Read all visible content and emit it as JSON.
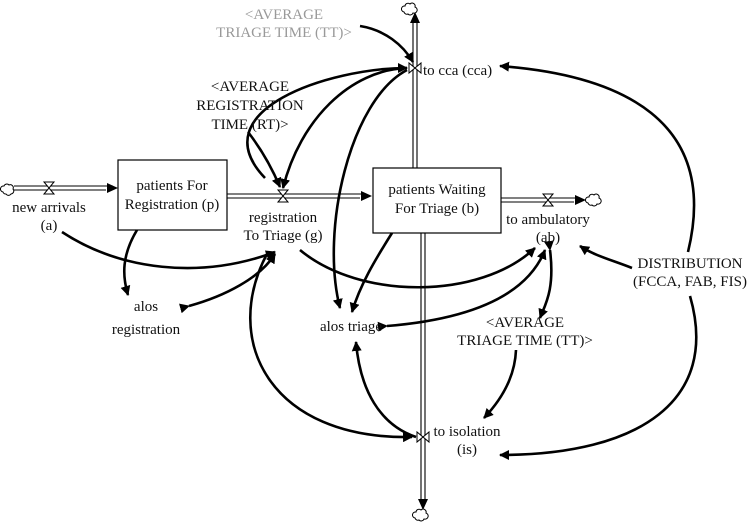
{
  "stocks": {
    "registration": [
      "patients For",
      "Registration (p)"
    ],
    "waiting": [
      "patients Waiting",
      "For Triage (b)"
    ]
  },
  "flows": {
    "new_arrivals": [
      "new arrivals",
      "(a)"
    ],
    "registration_to_triage": [
      "registration",
      "To Triage (g)"
    ],
    "to_cca": "to cca (cca)",
    "to_ambulatory": [
      "to ambulatory",
      "(ab)"
    ],
    "to_isolation": [
      "to isolation",
      "(is)"
    ]
  },
  "variables": {
    "alos_registration": [
      "alos",
      "registration"
    ],
    "alos_triage": "alos triage",
    "distribution": [
      "DISTRIBUTION",
      "(FCCA, FAB, FIS)"
    ]
  },
  "shadow_variables": {
    "avg_triage_time_top": [
      "<AVERAGE",
      "TRIAGE TIME (TT)>"
    ],
    "avg_registration_time": [
      "<AVERAGE",
      "REGISTRATION",
      "TIME (RT)>"
    ],
    "avg_triage_time_right": [
      "<AVERAGE",
      "TRIAGE TIME (TT)>"
    ]
  },
  "colors": {
    "line": "#000000",
    "label": "#111111",
    "shadow_label": "#999999"
  }
}
